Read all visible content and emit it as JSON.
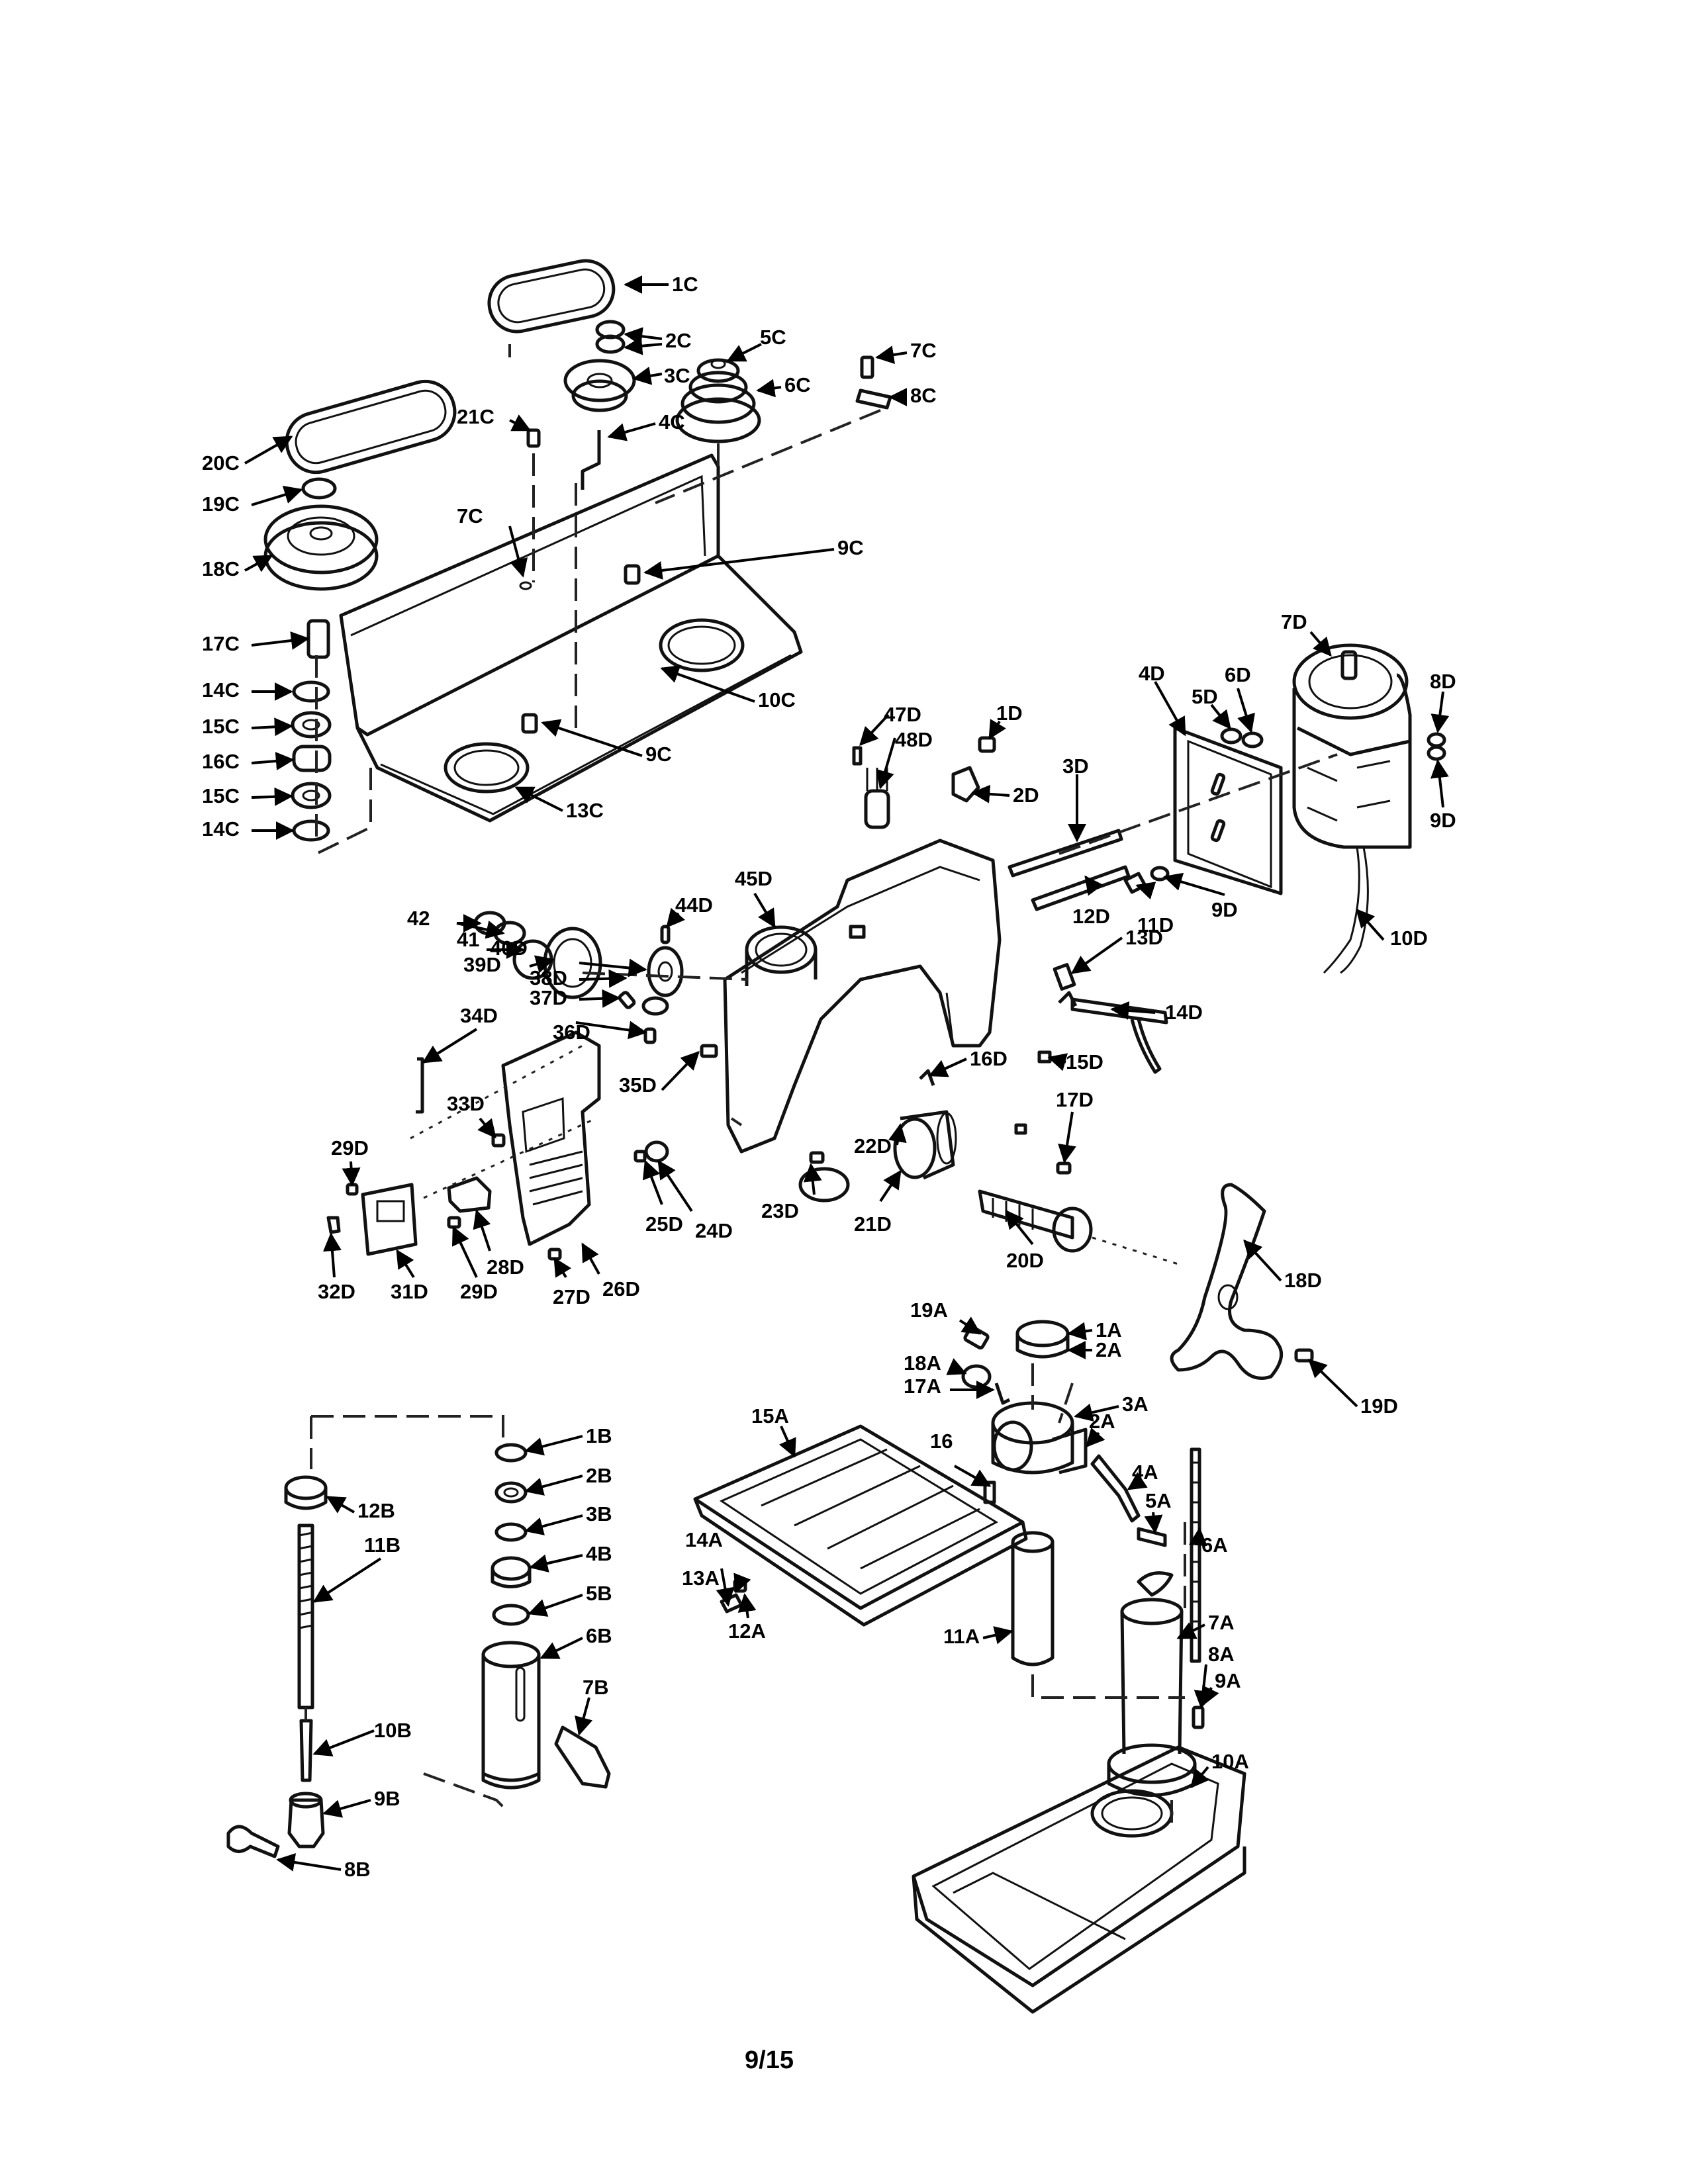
{
  "page_number": "9/15",
  "part_labels": [
    "1C",
    "2C",
    "3C",
    "4C",
    "5C",
    "6C",
    "7C",
    "8C",
    "9C",
    "10C",
    "13C",
    "14C",
    "15C",
    "16C",
    "17C",
    "18C",
    "19C",
    "20C",
    "21C",
    "1D",
    "2D",
    "3D",
    "4D",
    "5D",
    "6D",
    "7D",
    "8D",
    "9D",
    "10D",
    "11D",
    "12D",
    "13D",
    "14D",
    "15D",
    "16D",
    "17D",
    "18D",
    "19D",
    "20D",
    "21D",
    "22D",
    "23D",
    "24D",
    "25D",
    "26D",
    "27D",
    "28D",
    "29D",
    "31D",
    "32D",
    "33D",
    "34D",
    "35D",
    "36D",
    "37D",
    "38D",
    "39D",
    "40D",
    "41",
    "42",
    "44D",
    "45D",
    "47D",
    "48D",
    "1A",
    "2A",
    "3A",
    "4A",
    "5A",
    "6A",
    "7A",
    "8A",
    "9A",
    "10A",
    "11A",
    "12A",
    "13A",
    "14A",
    "15A",
    "16",
    "17A",
    "18A",
    "19A",
    "1B",
    "2B",
    "3B",
    "4B",
    "5B",
    "6B",
    "7B",
    "8B",
    "9B",
    "10B",
    "11B",
    "12B"
  ]
}
